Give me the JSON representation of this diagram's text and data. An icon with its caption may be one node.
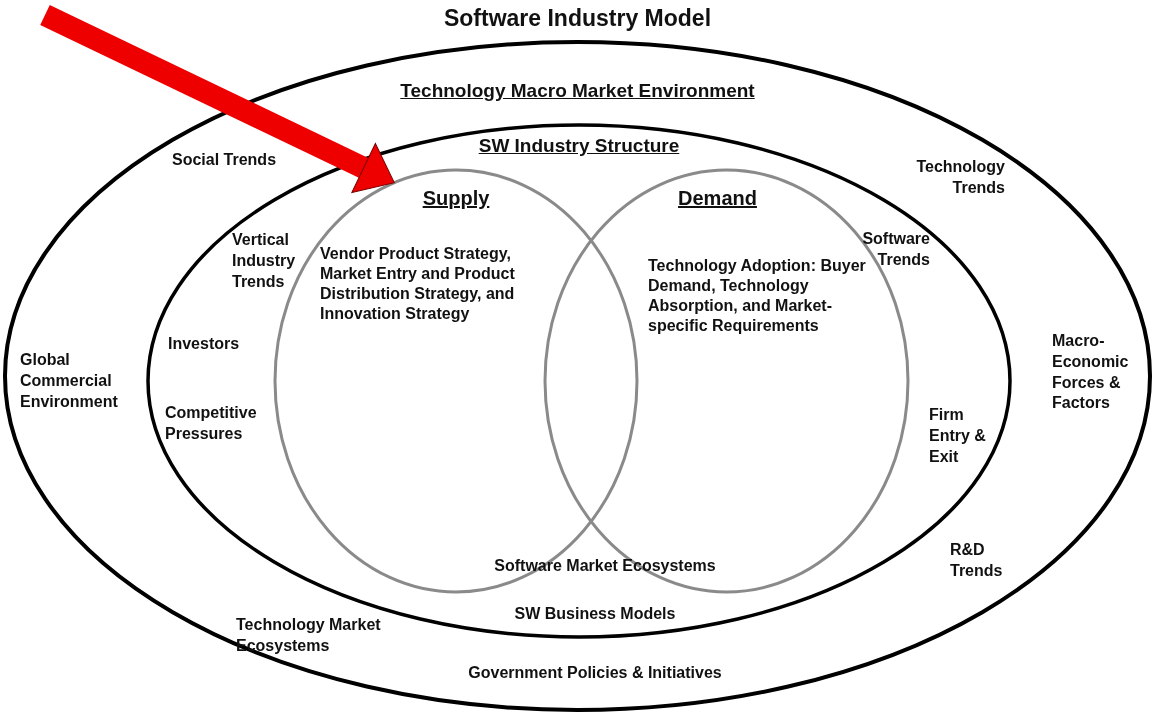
{
  "diagram": {
    "title": "Software Industry Model",
    "nodes": [
      {
        "text": [
          "Technology Macro Market Environment"
        ]
      },
      {
        "text": [
          "SW Industry Structure"
        ],
        "in": 0
      },
      {
        "text": [
          "Supply",
          "Vendor Product Strategy, Market Entry and Product Distribution Strategy, and Innovation Strategy"
        ],
        "in": 1
      },
      {
        "text": [
          "Demand",
          "Technology Adoption: Buyer Demand, Technology Absorption, and Market-specific Requirements"
        ],
        "in": 1
      }
    ],
    "edges": [
      {
        "from": null,
        "to": 2,
        "arrow": "to",
        "color": "#ee0000"
      }
    ],
    "labels": [
      "Social Trends",
      "Technology Trends",
      "Vertical Industry Trends",
      "Software Trends",
      "Investors",
      "Global Commercial Environment",
      "Macro-Economic Forces & Factors",
      "Competitive Pressures",
      "Firm Entry & Exit",
      "R&D Trends",
      "Software Market Ecosystems",
      "SW Business Models",
      "Technology Market Ecosystems",
      "Government Policies & Initiatives"
    ]
  }
}
